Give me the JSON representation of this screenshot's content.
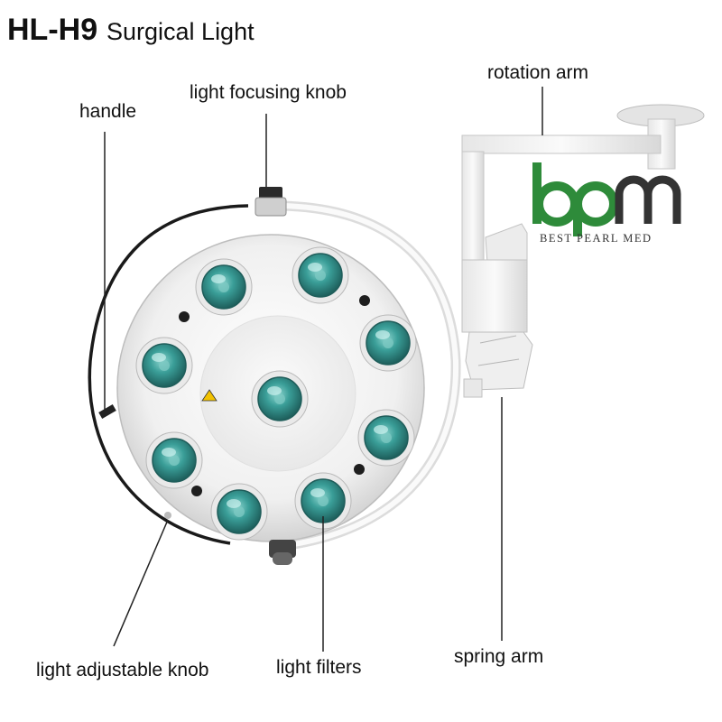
{
  "title": {
    "model": "HL-H9",
    "name": "Surgical Light"
  },
  "labels": {
    "handle": "handle",
    "focusing_knob": "light focusing knob",
    "rotation_arm": "rotation arm",
    "adjustable_knob": "light adjustable knob",
    "filters": "light filters",
    "spring_arm": "spring arm"
  },
  "brand": {
    "text": "BEST PEARL MED",
    "color": "#2e8b3a"
  },
  "colors": {
    "lamp_body": "#f2f2f2",
    "filter_glass": "#2f8f8c",
    "cable": "#1a1a1a"
  }
}
